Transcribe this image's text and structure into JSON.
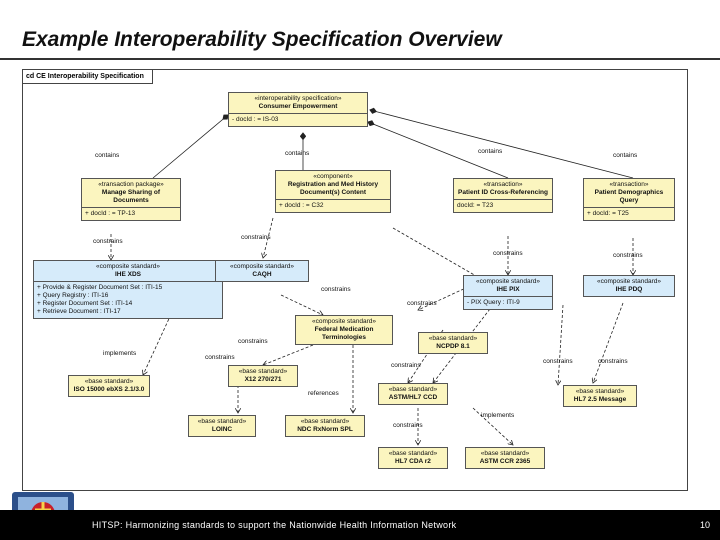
{
  "title": "Example Interoperability Specification Overview",
  "frame_label": "cd CE Interoperability Specification",
  "boxes": {
    "is": {
      "stereotype": "«interoperability specification»",
      "name": "Consumer Empowerment",
      "attrs": [
        "- docId : = IS-03"
      ]
    },
    "tp": {
      "stereotype": "«transaction package»",
      "name": "Manage Sharing of Documents",
      "attrs": [
        "+ docId : = TP-13"
      ]
    },
    "comp_reg": {
      "stereotype": "«component»",
      "name": "Registration and Med History Document(s) Content",
      "attrs": [
        "+ docId : = C32"
      ]
    },
    "tx_pdcr": {
      "stereotype": "«transaction»",
      "name": "Patient ID Cross-Referencing",
      "attrs": [
        "docId: = T23"
      ]
    },
    "tx_pdq": {
      "stereotype": "«transaction»",
      "name": "Patient Demographics Query",
      "attrs": [
        "+ docId: = T25"
      ]
    },
    "xds": {
      "stereotype": "«composite standard»",
      "name": "IHE XDS",
      "attrs": [
        "+ Provide & Register Document Set : ITI-15",
        "+ Query Registry : ITI-16",
        "+ Register Document Set : ITI-14",
        "+ Retrieve Document : ITI-17"
      ]
    },
    "caqh": {
      "stereotype": "«composite standard»",
      "name": "CAQH",
      "attrs": []
    },
    "pix": {
      "stereotype": "«composite standard»",
      "name": "IHE PIX",
      "attrs": [
        "- PIX Query : ITI-9"
      ]
    },
    "pdq": {
      "stereotype": "«composite standard»",
      "name": "IHE PDQ",
      "attrs": []
    },
    "fmt": {
      "stereotype": "«composite standard»",
      "name": "Federal Medication Terminologies",
      "attrs": []
    },
    "ncpdp": {
      "stereotype": "«base standard»",
      "name": "NCPDP 8.1",
      "attrs": []
    },
    "x12": {
      "stereotype": "«base standard»",
      "name": "X12 270/271",
      "attrs": []
    },
    "ebxml": {
      "stereotype": "«base standard»",
      "name": "ISO 15000 ebXS 2.1/3.0",
      "attrs": []
    },
    "ccd": {
      "stereotype": "«base standard»",
      "name": "ASTM/HL7 CCD",
      "attrs": []
    },
    "hl7msg": {
      "stereotype": "«base standard»",
      "name": "HL7 2.5 Message",
      "attrs": []
    },
    "loinc": {
      "stereotype": "«base standard»",
      "name": "LOINC",
      "attrs": []
    },
    "rxnorm": {
      "stereotype": "«base standard»",
      "name": "NDC RxNorm SPL",
      "attrs": []
    },
    "cda": {
      "stereotype": "«base standard»",
      "name": "HL7 CDA r2",
      "attrs": []
    },
    "astm": {
      "stereotype": "«base standard»",
      "name": "ASTM CCR 2365",
      "attrs": []
    }
  },
  "labels": {
    "constrains": "constrains",
    "contains": "contains",
    "implements": "implements",
    "references": "references"
  },
  "footer": {
    "text": "HITSP: Harmonizing standards to support the Nationwide Health Information Network",
    "page": "10"
  }
}
